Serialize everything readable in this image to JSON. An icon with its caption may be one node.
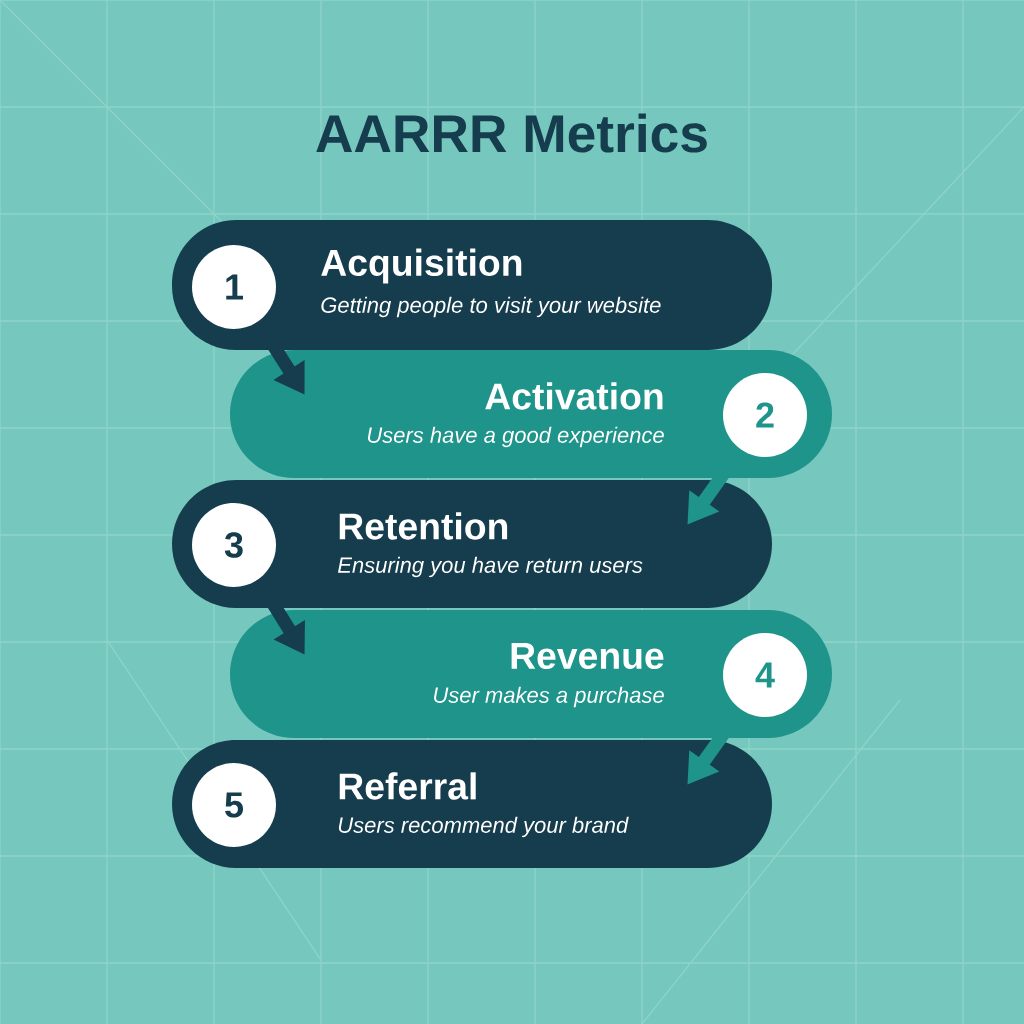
{
  "diagram": {
    "title": "AARRR Metrics",
    "nodes": [
      {
        "text": [
          "Acquisition",
          "Getting people to visit your website"
        ]
      },
      {
        "text": [
          "1"
        ],
        "in": 0
      },
      {
        "text": [
          "Activation",
          "Users have a good experience"
        ]
      },
      {
        "text": [
          "2"
        ],
        "in": 2
      },
      {
        "text": [
          "Retention",
          "Ensuring you have return users"
        ]
      },
      {
        "text": [
          "3"
        ],
        "in": 4
      },
      {
        "text": [
          "Revenue",
          "User makes a purchase"
        ]
      },
      {
        "text": [
          "4"
        ],
        "in": 6
      },
      {
        "text": [
          "Referral",
          "Users recommend your brand"
        ]
      },
      {
        "text": [
          "5"
        ],
        "in": 8
      }
    ],
    "edges": [
      {
        "from": 1,
        "to": 2,
        "arrow": "to",
        "color": "#163d4d"
      },
      {
        "from": 3,
        "to": 4,
        "arrow": "to",
        "color": "#1f948a"
      },
      {
        "from": 5,
        "to": 6,
        "arrow": "to",
        "color": "#163d4d"
      },
      {
        "from": 7,
        "to": 8,
        "arrow": "to",
        "color": "#1f948a"
      }
    ]
  }
}
